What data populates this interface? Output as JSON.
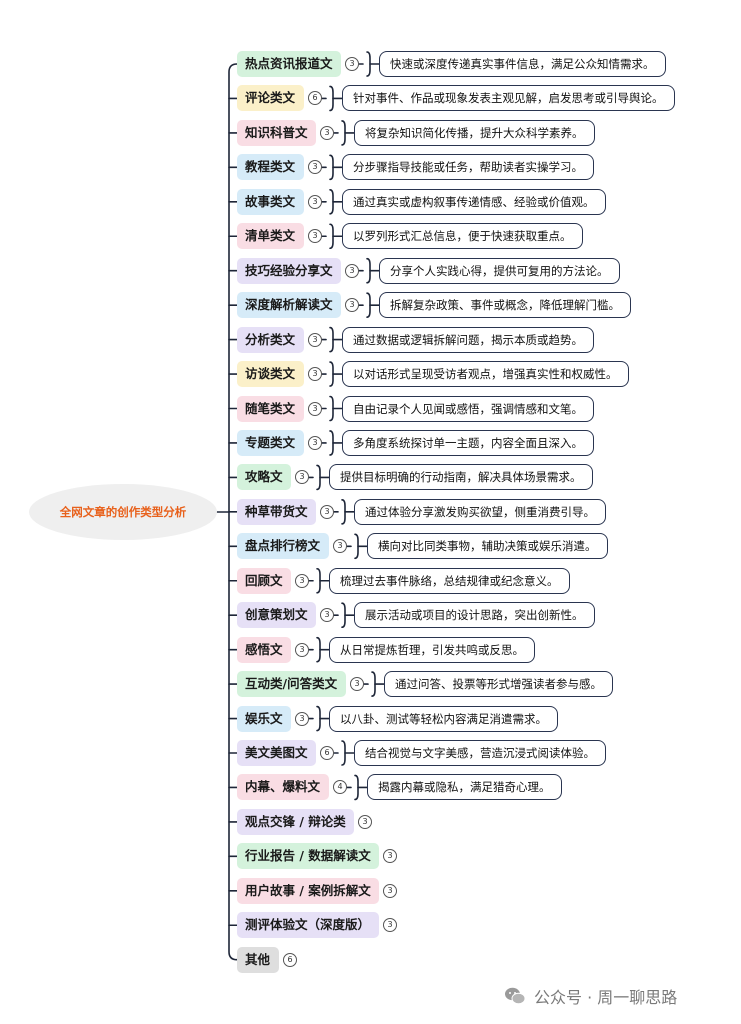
{
  "root": {
    "label": "全网文章的创作类型分析"
  },
  "colors": {
    "green": "#d4f2dc",
    "blue": "#d6ebf8",
    "pink": "#f9dde4",
    "yellow": "#fbf0c9",
    "purple": "#e6e0f6",
    "gray": "#dedede",
    "line": "#1e2638",
    "root_text": "#e8611c"
  },
  "items": [
    {
      "label": "热点资讯报道文",
      "count": "3",
      "color": "green",
      "desc": "快速或深度传递真实事件信息，满足公众知情需求。"
    },
    {
      "label": "评论类文",
      "count": "6",
      "color": "yellow",
      "desc": "针对事件、作品或现象发表主观见解，启发思考或引导舆论。"
    },
    {
      "label": "知识科普文",
      "count": "3",
      "color": "pink",
      "desc": "将复杂知识简化传播，提升大众科学素养。"
    },
    {
      "label": "教程类文",
      "count": "3",
      "color": "blue",
      "desc": "分步骤指导技能或任务，帮助读者实操学习。"
    },
    {
      "label": "故事类文",
      "count": "3",
      "color": "blue",
      "desc": "通过真实或虚构叙事传递情感、经验或价值观。"
    },
    {
      "label": "清单类文",
      "count": "3",
      "color": "pink",
      "desc": "以罗列形式汇总信息，便于快速获取重点。"
    },
    {
      "label": "技巧经验分享文",
      "count": "3",
      "color": "purple",
      "desc": "分享个人实践心得，提供可复用的方法论。"
    },
    {
      "label": "深度解析解读文",
      "count": "3",
      "color": "blue",
      "desc": "拆解复杂政策、事件或概念，降低理解门槛。"
    },
    {
      "label": "分析类文",
      "count": "3",
      "color": "purple",
      "desc": "通过数据或逻辑拆解问题，揭示本质或趋势。"
    },
    {
      "label": "访谈类文",
      "count": "3",
      "color": "yellow",
      "desc": "以对话形式呈现受访者观点，增强真实性和权威性。"
    },
    {
      "label": "随笔类文",
      "count": "3",
      "color": "pink",
      "desc": "自由记录个人见闻或感悟，强调情感和文笔。"
    },
    {
      "label": "专题类文",
      "count": "3",
      "color": "blue",
      "desc": "多角度系统探讨单一主题，内容全面且深入。"
    },
    {
      "label": "攻略文",
      "count": "3",
      "color": "green",
      "desc": "提供目标明确的行动指南，解决具体场景需求。"
    },
    {
      "label": "种草带货文",
      "count": "3",
      "color": "purple",
      "desc": "通过体验分享激发购买欲望，侧重消费引导。"
    },
    {
      "label": "盘点排行榜文",
      "count": "3",
      "color": "blue",
      "desc": "横向对比同类事物，辅助决策或娱乐消遣。"
    },
    {
      "label": "回顾文",
      "count": "3",
      "color": "pink",
      "desc": "梳理过去事件脉络，总结规律或纪念意义。"
    },
    {
      "label": "创意策划文",
      "count": "3",
      "color": "purple",
      "desc": "展示活动或项目的设计思路，突出创新性。"
    },
    {
      "label": "感悟文",
      "count": "3",
      "color": "pink",
      "desc": "从日常提炼哲理，引发共鸣或反思。"
    },
    {
      "label": "互动类/问答类文",
      "count": "3",
      "color": "green",
      "desc": "通过问答、投票等形式增强读者参与感。"
    },
    {
      "label": "娱乐文",
      "count": "3",
      "color": "blue",
      "desc": "以八卦、测试等轻松内容满足消遣需求。"
    },
    {
      "label": "美文美图文",
      "count": "6",
      "color": "purple",
      "desc": "结合视觉与文字美感，营造沉浸式阅读体验。"
    },
    {
      "label": "内幕、爆料文",
      "count": "4",
      "color": "pink",
      "desc": "揭露内幕或隐私，满足猎奇心理。"
    },
    {
      "label": "观点交锋 / 辩论类",
      "count": "3",
      "color": "purple",
      "desc": ""
    },
    {
      "label": "行业报告 / 数据解读文",
      "count": "3",
      "color": "green",
      "desc": ""
    },
    {
      "label": "用户故事 / 案例拆解文",
      "count": "3",
      "color": "pink",
      "desc": ""
    },
    {
      "label": "测评体验文（深度版）",
      "count": "3",
      "color": "purple",
      "desc": ""
    },
    {
      "label": "其他",
      "count": "6",
      "color": "gray",
      "desc": ""
    }
  ],
  "watermark": {
    "text": "公众号 · 周一聊思路"
  }
}
